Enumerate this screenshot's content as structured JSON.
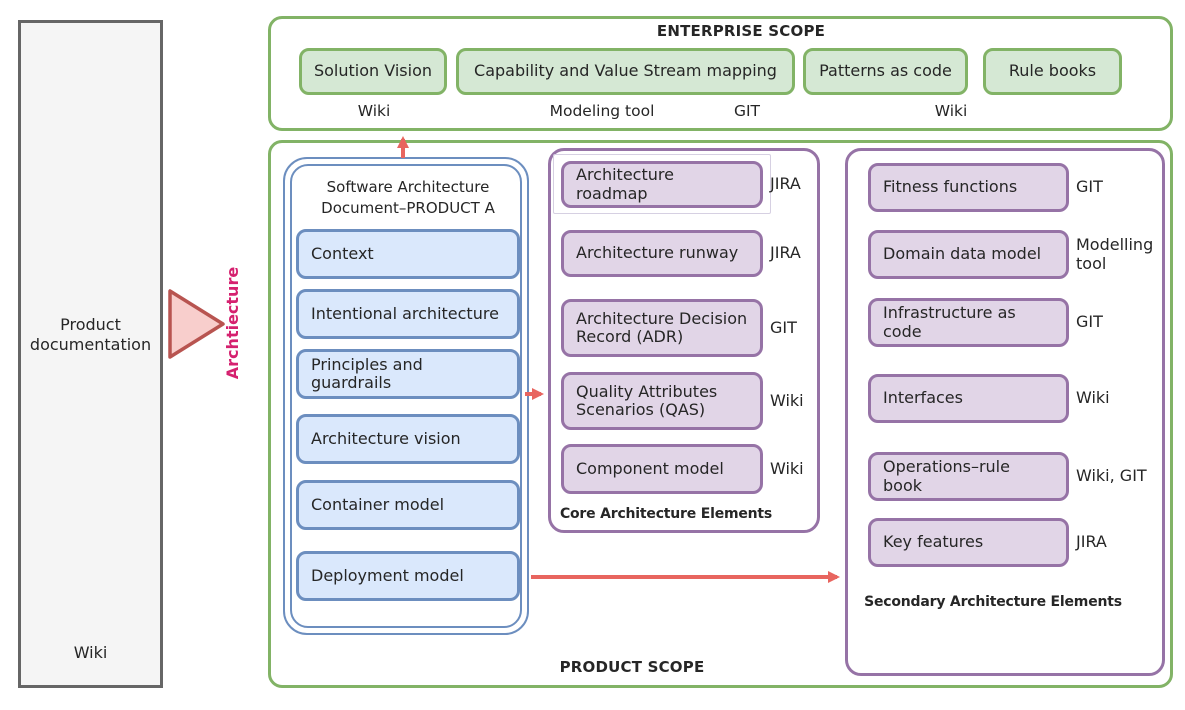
{
  "colors": {
    "green_border": "#82b366",
    "green_fill": "#d5e8d4",
    "blue_border": "#6c8ebf",
    "blue_fill": "#dae8fc",
    "purple_border": "#9673a6",
    "purple_fill": "#e1d5e7",
    "gray_border": "#666666",
    "gray_fill": "#f5f5f5",
    "arrow": "#e8655f",
    "triangle_fill": "#f8cecc",
    "triangle_border": "#b85450",
    "accent_text": "#d5216f",
    "text": "#262626"
  },
  "left_panel": {
    "title": "Product documentation",
    "tool": "Wiki"
  },
  "connector": {
    "label": "Archtiecture"
  },
  "enterprise": {
    "title": "ENTERPRISE SCOPE",
    "items": [
      {
        "label": "Solution Vision"
      },
      {
        "label": "Capability and Value Stream mapping"
      },
      {
        "label": "Patterns as code"
      },
      {
        "label": "Rule books"
      }
    ],
    "tools": [
      "Wiki",
      "Modeling tool",
      "GIT",
      "Wiki"
    ]
  },
  "product": {
    "title": "PRODUCT SCOPE",
    "sad": {
      "title_line1": "Software Architecture",
      "title_line2": "Document–PRODUCT A",
      "items": [
        "Context",
        "Intentional architecture",
        "Principles and guardrails",
        "Architecture vision",
        "Container model",
        "Deployment model"
      ]
    },
    "core": {
      "caption": "Core Architecture Elements",
      "items": [
        {
          "label": "Architecture roadmap",
          "tool": "JIRA"
        },
        {
          "label": "Architecture runway",
          "tool": "JIRA"
        },
        {
          "label": "Architecture Decision Record (ADR)",
          "tool": "GIT"
        },
        {
          "label": "Quality Attributes Scenarios (QAS)",
          "tool": "Wiki"
        },
        {
          "label": "Component model",
          "tool": "Wiki"
        }
      ]
    },
    "secondary": {
      "caption": "Secondary Architecture Elements",
      "items": [
        {
          "label": "Fitness functions",
          "tool": "GIT"
        },
        {
          "label": "Domain data model",
          "tool": "Modelling tool"
        },
        {
          "label": "Infrastructure as code",
          "tool": "GIT"
        },
        {
          "label": "Interfaces",
          "tool": "Wiki"
        },
        {
          "label": "Operations–rule book",
          "tool": "Wiki, GIT"
        },
        {
          "label": "Key features",
          "tool": "JIRA"
        }
      ]
    }
  }
}
